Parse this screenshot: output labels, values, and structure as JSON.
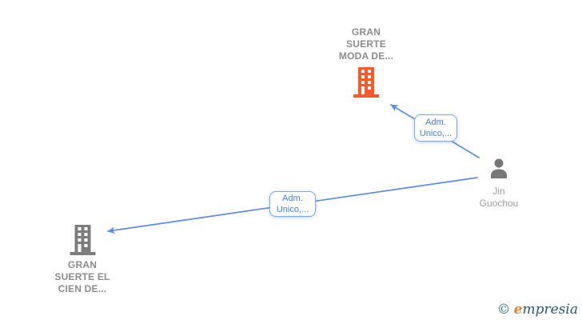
{
  "nodes": {
    "company_top": {
      "label": "GRAN\nSUERTE\nMODA DE...",
      "icon": "building-icon",
      "accent": "#f95a26"
    },
    "person": {
      "label": "Jin\nGuochou",
      "icon": "person-icon",
      "accent": "#777777"
    },
    "company_bottom": {
      "label": "GRAN\nSUERTE EL\nCIEN DE...",
      "icon": "building-icon",
      "accent": "#7d7d7d"
    }
  },
  "edges": {
    "person_to_company_top": {
      "from": "person",
      "to": "company_top",
      "label": "Adm.\nUnico,..."
    },
    "person_to_company_bottom": {
      "from": "person",
      "to": "company_bottom",
      "label": "Adm.\nUnico,..."
    }
  },
  "colors": {
    "edge": "#5a8de8",
    "edge_label_text": "#4080ef",
    "edge_label_border": "#7aa7f0",
    "company_label_text": "#8c8c8c",
    "person_label_text": "#9c9c9c"
  },
  "watermark": {
    "copyright_symbol": "©",
    "brand_initial": "e",
    "brand_rest": "mpresia"
  }
}
